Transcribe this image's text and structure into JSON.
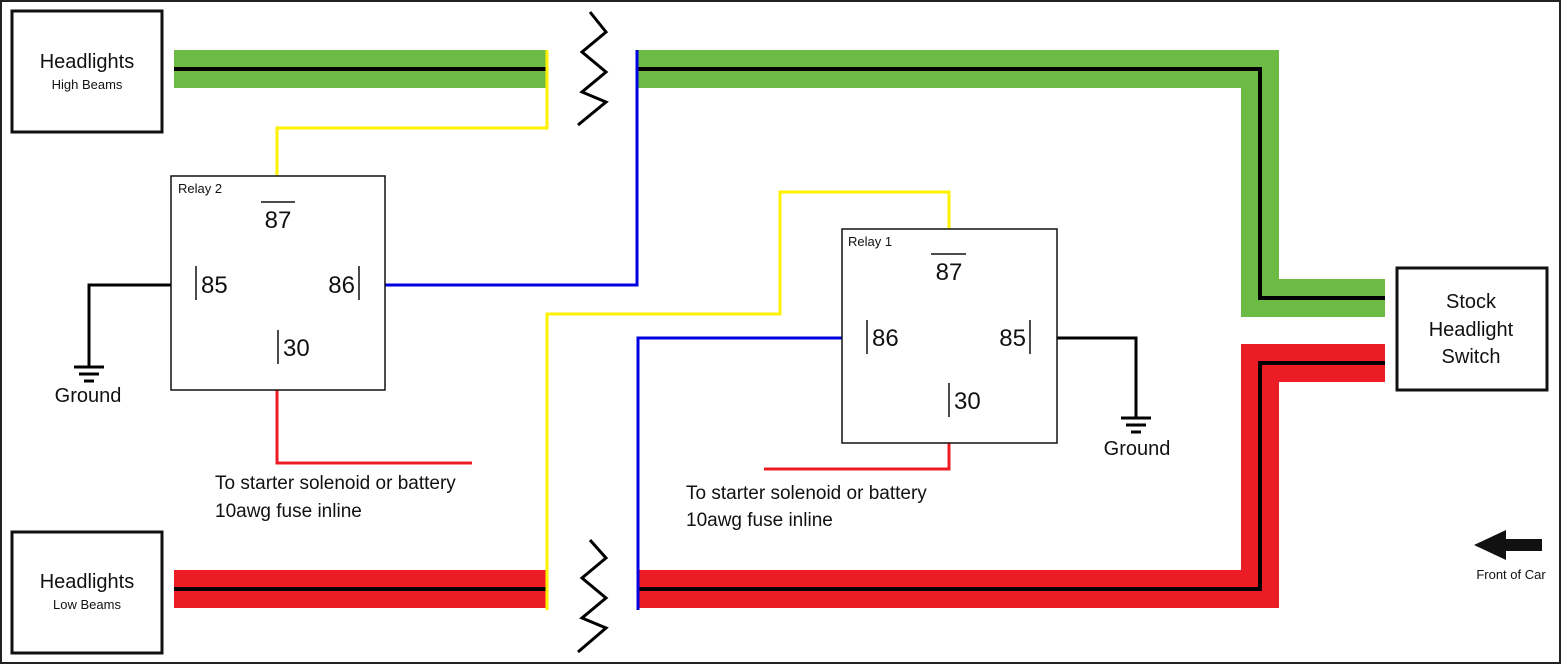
{
  "headlights_high": {
    "title": "Headlights",
    "subtitle": "High Beams"
  },
  "headlights_low": {
    "title": "Headlights",
    "subtitle": "Low Beams"
  },
  "relay2": {
    "label": "Relay 2",
    "pin_87": "87",
    "pin_85": "85",
    "pin_86": "86",
    "pin_30": "30"
  },
  "relay1": {
    "label": "Relay 1",
    "pin_87": "87",
    "pin_86": "86",
    "pin_85": "85",
    "pin_30": "30"
  },
  "ground_left": "Ground",
  "ground_right": "Ground",
  "note_left": {
    "line1": "To starter solenoid or battery",
    "line2": "10awg fuse inline"
  },
  "note_right": {
    "line1": "To starter solenoid or battery",
    "line2": "10awg fuse inline"
  },
  "switch": {
    "line1": "Stock",
    "line2": "Headlight",
    "line3": "Switch"
  },
  "direction": "Front of Car",
  "colors": {
    "green": "#6cbb45",
    "red": "#ec1c24",
    "yellow": "#fff200",
    "blue": "#0000e0",
    "black": "#000000"
  }
}
